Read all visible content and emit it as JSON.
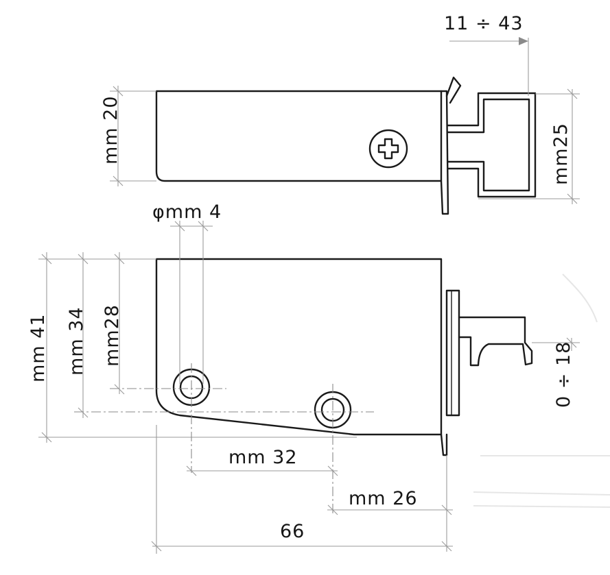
{
  "dimensions": {
    "stroke_adjust": "11 ÷ 43",
    "height_top": "mm 20",
    "width_bracket": "mm25",
    "hole_diameter": "φmm 4",
    "height_41": "mm 41",
    "height_34": "mm 34",
    "height_28": "mm28",
    "adjust_vertical": "0 ÷ 18",
    "hole_spacing": "mm 32",
    "offset_26": "mm 26",
    "length_total": "66"
  },
  "icons": {
    "screw": "phillips-screw-icon"
  }
}
